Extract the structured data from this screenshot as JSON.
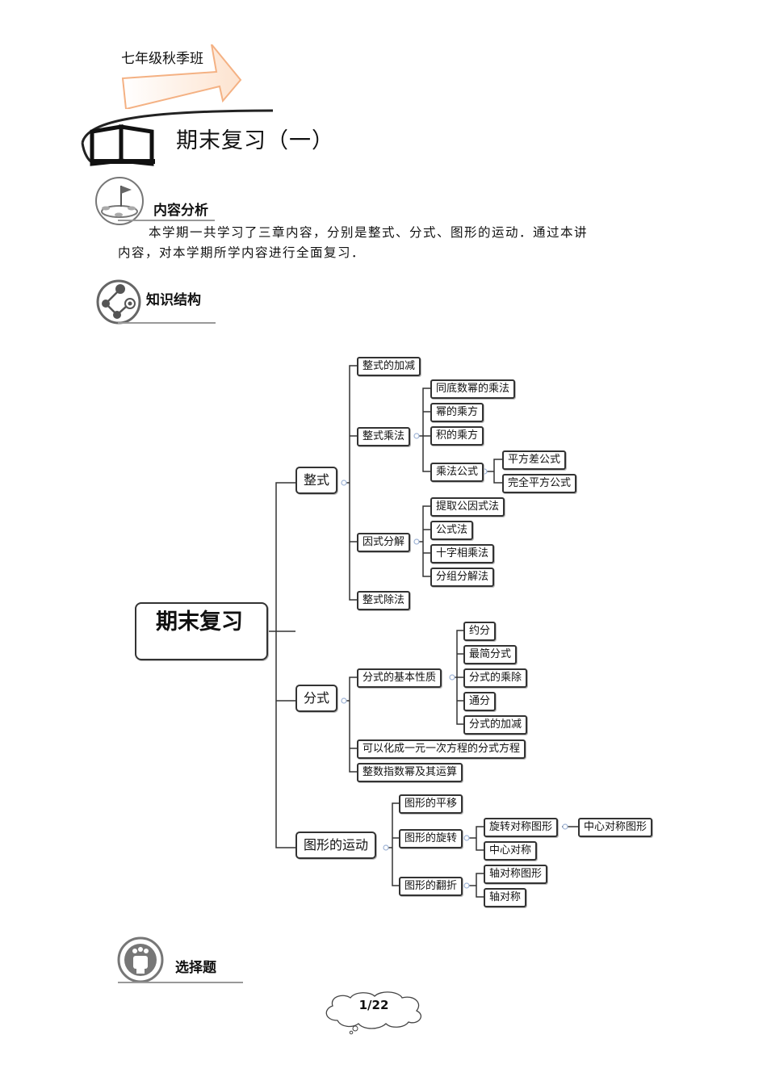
{
  "header": {
    "grade_tag": "七年级秋季班",
    "lesson_title": "期末复习（一）"
  },
  "sections": {
    "content_analysis": "内容分析",
    "knowledge_structure": "知识结构",
    "multiple_choice": "选择题"
  },
  "intro": {
    "line1": "本学期一共学习了三章内容，分别是整式、分式、图形的运动．通过本讲",
    "line2": "内容，对本学期所学内容进行全面复习．"
  },
  "mindmap": {
    "root": "期末复习",
    "zhengshi": {
      "label": "整式",
      "jiajian": "整式的加减",
      "chengfa": {
        "label": "整式乘法",
        "tongdi": "同底数幂的乘法",
        "mi": "幂的乘方",
        "ji": "积的乘方",
        "gongshi": {
          "label": "乘法公式",
          "pingfangcha": "平方差公式",
          "wanquan": "完全平方公式"
        }
      },
      "yinshi": {
        "label": "因式分解",
        "tiqu": "提取公因式法",
        "gongshifa": "公式法",
        "shizi": "十字相乘法",
        "fenzu": "分组分解法"
      },
      "chufa": "整式除法"
    },
    "fenshi": {
      "label": "分式",
      "xingzhi": {
        "label": "分式的基本性质",
        "yuefen": "约分",
        "zuijian": "最简分式",
        "chengchu": "分式的乘除",
        "tongfen": "通分",
        "jiajian": "分式的加减"
      },
      "fangcheng": "可以化成一元一次方程的分式方程",
      "zhishu": "整数指数幂及其运算"
    },
    "yundong": {
      "label": "图形的运动",
      "pingyi": "图形的平移",
      "xuanzhuan": {
        "label": "图形的旋转",
        "duichen": "旋转对称图形",
        "zhongxin_tuxing": "中心对称图形",
        "zhongxin": "中心对称"
      },
      "fanzhe": {
        "label": "图形的翻折",
        "zhou_tuxing": "轴对称图形",
        "zhou": "轴对称"
      }
    }
  },
  "footer": {
    "page_label": "1/22"
  }
}
